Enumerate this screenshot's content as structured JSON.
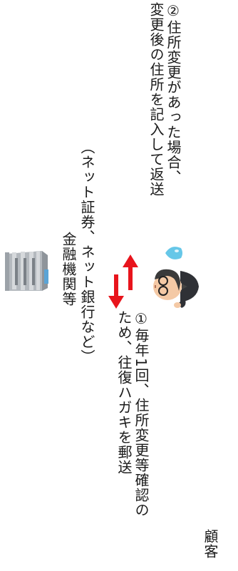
{
  "institution": {
    "name": "金融機関等",
    "detail": "（ネット証券、ネット銀行など）"
  },
  "customer": {
    "label": "顧客"
  },
  "step1": {
    "line1": "①毎年1回、住所変更等確認の",
    "line2": "ため、往復ハガキを郵送"
  },
  "step2": {
    "line1": "②住所変更があった場合、",
    "line2": "変更後の住所を記入して返送"
  },
  "colors": {
    "arrow": "#e8141c",
    "droplet": "#66c7e8",
    "building": "#a8adb3"
  }
}
